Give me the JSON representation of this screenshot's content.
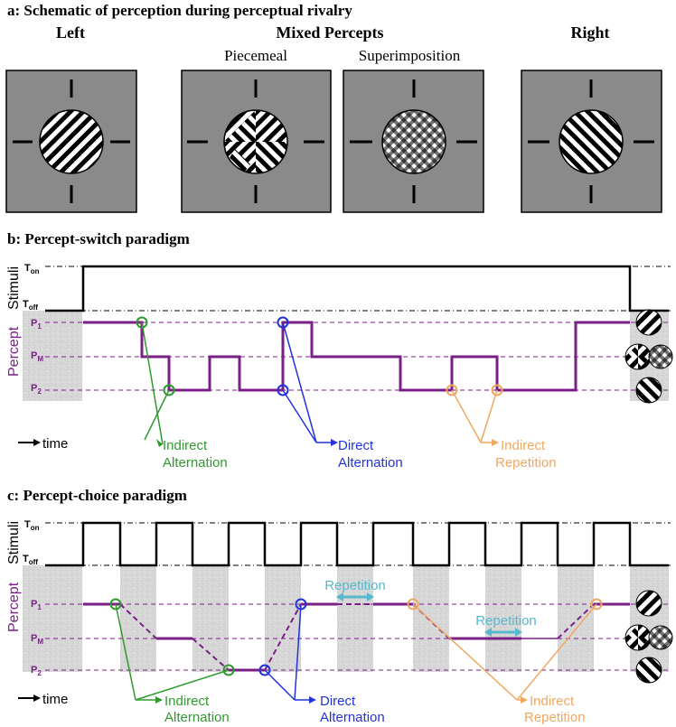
{
  "panel_a": {
    "title": "a: Schematic of perception during perceptual rivalry",
    "col_left": "Left",
    "col_mixed": "Mixed Percepts",
    "col_right": "Right",
    "sub_piecemeal": "Piecemeal",
    "sub_superimposition": "Superimposition"
  },
  "panel_b": {
    "title": "b: Percept-switch paradigm",
    "stimuli_label": "Stimuli",
    "percept_label": "Percept",
    "t_on": "T",
    "t_on_sub": "on",
    "t_off": "T",
    "t_off_sub": "off",
    "p1": "P",
    "p1_sub": "1",
    "pm": "P",
    "pm_sub": "M",
    "p2": "P",
    "p2_sub": "2",
    "time_label": "time",
    "ann_green_1": "Indirect",
    "ann_green_2": "Alternation",
    "ann_blue_1": "Direct",
    "ann_blue_2": "Alternation",
    "ann_orange_1": "Indirect",
    "ann_orange_2": "Repetition"
  },
  "panel_c": {
    "title": "c: Percept-choice paradigm",
    "stimuli_label": "Stimuli",
    "percept_label": "Percept",
    "t_on": "T",
    "t_on_sub": "on",
    "t_off": "T",
    "t_off_sub": "off",
    "p1": "P",
    "p1_sub": "1",
    "pm": "P",
    "pm_sub": "M",
    "p2": "P",
    "p2_sub": "2",
    "time_label": "time",
    "repetition_1": "Repetition",
    "repetition_2": "Repetition",
    "ann_green_1": "Indirect",
    "ann_green_2": "Alternation",
    "ann_blue_1": "Direct",
    "ann_blue_2": "Alternation",
    "ann_orange_1": "Indirect",
    "ann_orange_2": "Repetition"
  },
  "colors": {
    "purple": "#7a1f87",
    "green": "#2e9a2e",
    "blue": "#2233dd",
    "orange": "#f0a860",
    "cyan": "#55b8cc",
    "panel_gray": "#8a8a8a"
  }
}
